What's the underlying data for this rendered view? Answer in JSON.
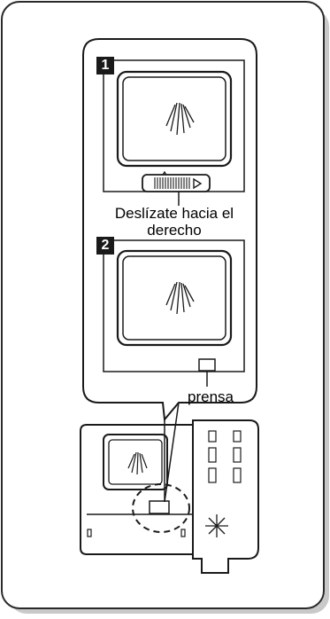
{
  "steps": [
    {
      "number": "1",
      "caption_line1": "Deslízate hacia el",
      "caption_line2": "derecho"
    },
    {
      "number": "2",
      "caption": "prensa"
    }
  ],
  "colors": {
    "line": "#1a1a1a",
    "card_border": "#2a2a2a",
    "card_shadow": "#b0b0b0",
    "background": "#ffffff"
  },
  "icons": {
    "slide_right": "arrow-right-triangle",
    "slide_up": "arrow-up-triangle",
    "spray": "spray-lines-icon",
    "sparkle": "sparkle-icon"
  }
}
